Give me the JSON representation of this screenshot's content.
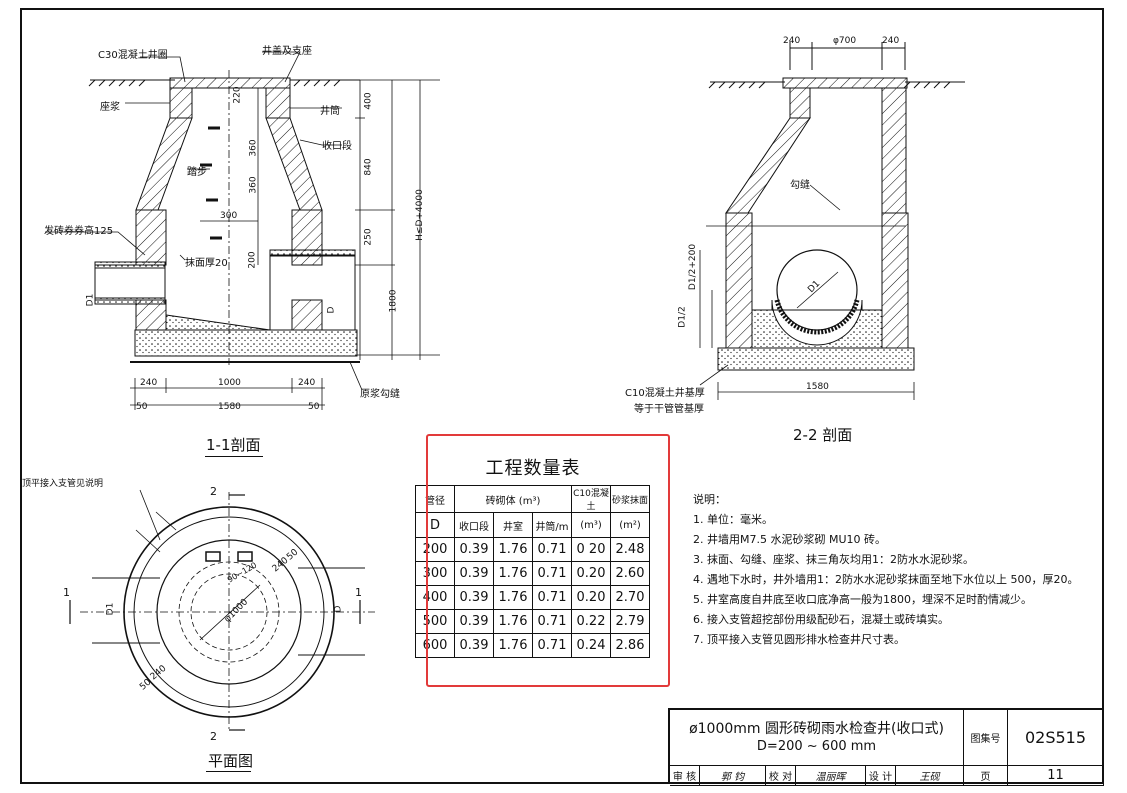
{
  "sheet": {
    "section1_title": "1-1剖面",
    "section2_title": "2-2 剖面",
    "plan_title": "平面图"
  },
  "section1_labels": {
    "c30_ring": "C30混凝土井圈",
    "cover": "井盖及支座",
    "base_mortar": "座浆",
    "shaft": "井筒",
    "reducer": "收口段",
    "steps": "踏步",
    "arch": "发砖券券高125",
    "plaster": "抹面厚20",
    "mortar_bed": "原浆勾缝",
    "d1": "D1",
    "d": "D",
    "dims_v": [
      "220",
      "360",
      "360",
      "400",
      "840",
      "250",
      "200",
      "1800",
      "H≤D+4000"
    ],
    "dims_h": [
      "300",
      "240",
      "1000",
      "240",
      "50",
      "1580",
      "50"
    ]
  },
  "section2_labels": {
    "top_dims": [
      "240",
      "φ700",
      "240"
    ],
    "pointing": "勾缝",
    "d1": "D1",
    "dims_v": [
      "D1/2",
      "D1/2+200"
    ],
    "base_note_1": "C10混凝土井基厚",
    "base_note_2": "等于干管管基厚",
    "bottom_dim": "1580"
  },
  "plan_labels": {
    "note": "顶平接入支管见说明",
    "marks": [
      "2",
      "2",
      "1",
      "1"
    ],
    "dims": [
      "φ1000",
      "240",
      "50",
      "240",
      "90~120",
      "50"
    ],
    "d1": "D1",
    "d": "D"
  },
  "quantity_table": {
    "title": "工程数量表",
    "header": {
      "col_d_1": "管径",
      "col_d_2": "D",
      "masonry": "砖砌体 (m³)",
      "sub_reducer": "收口段",
      "sub_chamber": "井室",
      "sub_shaft": "井筒/m",
      "concrete_1": "C10混凝土",
      "concrete_2": "(m³)",
      "mortar_1": "砂浆抹面",
      "mortar_2": "(m²)"
    },
    "rows": [
      [
        "200",
        "0.39",
        "1.76",
        "0.71",
        "0 20",
        "2.48"
      ],
      [
        "300",
        "0.39",
        "1.76",
        "0.71",
        "0.20",
        "2.60"
      ],
      [
        "400",
        "0.39",
        "1.76",
        "0.71",
        "0.20",
        "2.70"
      ],
      [
        "500",
        "0.39",
        "1.76",
        "0.71",
        "0.22",
        "2.79"
      ],
      [
        "600",
        "0.39",
        "1.76",
        "0.71",
        "0.24",
        "2.86"
      ]
    ]
  },
  "notes": {
    "heading": "说明：",
    "items": [
      "1. 单位：毫米。",
      "2. 井墙用M7.5 水泥砂浆砌 MU10 砖。",
      "3. 抹面、勾缝、座浆、抹三角灰均用1：2防水水泥砂浆。",
      "4. 遇地下水时，井外墙用1：2防水水泥砂浆抹面至地下水位以上 500，厚20。",
      "5. 井室高度自井底至收口底净高一般为1800，埋深不足时酌情减少。",
      "6. 接入支管超挖部份用级配砂石，混凝土或砖填实。",
      "7. 顶平接入支管见圆形排水检查井尺寸表。"
    ]
  },
  "title_block": {
    "title_line1": "ø1000mm 圆形砖砌雨水检查井(收口式)",
    "title_line2": "D=200 ~ 600 mm",
    "atlas_label": "图集号",
    "atlas_value": "02S515",
    "review_label": "审 核",
    "review_sig": "郭 钧",
    "check_label": "校 对",
    "check_sig": "温丽晖",
    "design_label": "设 计",
    "design_sig": "王砚",
    "page_label": "页",
    "page_value": "11"
  }
}
